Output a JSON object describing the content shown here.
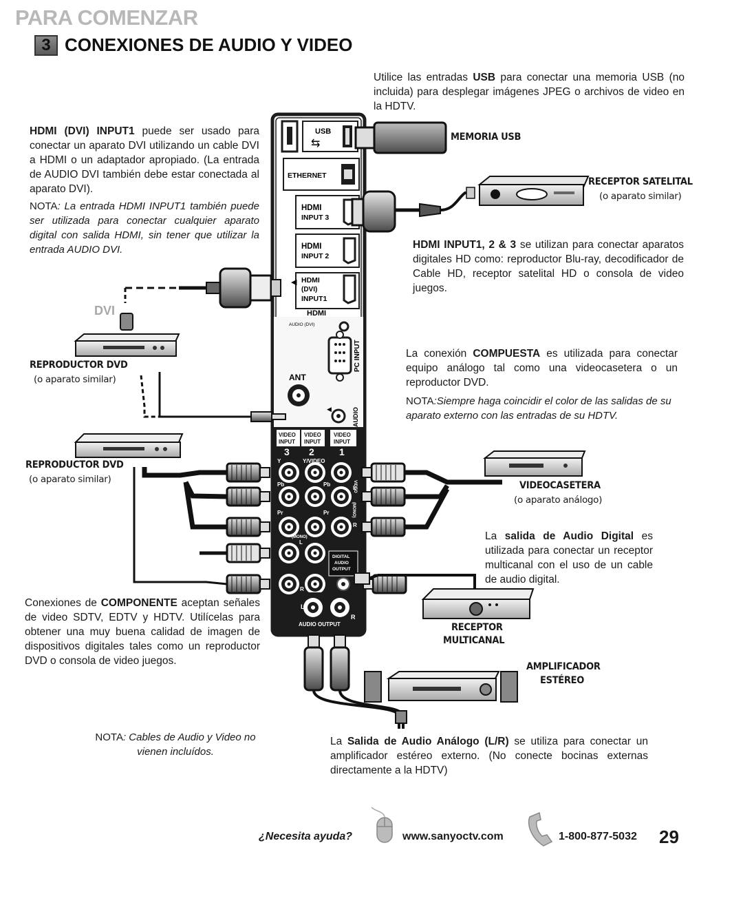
{
  "header": {
    "section": "PARA COMENZAR",
    "step_number": "3",
    "title": "CONEXIONES DE AUDIO Y VIDEO"
  },
  "text": {
    "usb_para": {
      "p1": "Utilice las entradas ",
      "b1": "USB",
      "p2": " para conectar una memoria USB (no incluida) para desplegar imágenes JPEG o archivos de video en la HDTV."
    },
    "hdmi_dvi_para": {
      "b1": "HDMI (DVI) INPUT1",
      "p1": " puede ser usado para conectar un aparato DVI utilizando un cable DVI a HDMI o un adaptador apropiado. (La entrada de AUDIO DVI también debe estar conectada al aparato DVI)."
    },
    "hdmi_dvi_note": {
      "label": "NOTA",
      "text": ": La entrada HDMI INPUT1 también puede ser utilizada para conectar cualquier aparato digital con salida HDMI, sin tener que utilizar la entrada AUDIO DVI."
    },
    "hdmi_para": {
      "b1": "HDMI INPUT1, 2 & 3",
      "p1": " se utilizan para conectar aparatos digitales HD como: reproductor Blu-ray, decodificador de Cable HD, receptor satelital HD o consola de video juegos."
    },
    "composite_para": {
      "p1": "La conexión ",
      "b1": "COMPUESTA",
      "p2": " es utilizada para conectar equipo análogo tal como una videocasetera o un reproductor DVD."
    },
    "composite_note": {
      "label": "NOTA",
      "text": ":Siempre haga coincidir el color de las salidas de su aparato externo con las entradas de su HDTV."
    },
    "digital_audio_para": {
      "p1": "La ",
      "b1": "salida de Audio Digital",
      "p2": " es utilizada para conectar un receptor multicanal con el uso de un cable de audio digital."
    },
    "component_para": {
      "p1": "Conexiones de ",
      "b1": "COMPONENTE",
      "p2": " aceptan señales de video SDTV, EDTV y HDTV. Utilícelas para obtener una muy buena calidad de imagen de dispositivos digitales tales como un reproductor DVD o consola de video juegos."
    },
    "cables_note": {
      "label": "NOTA",
      "text": ": Cables de Audio y Video no vienen incluídos."
    },
    "analog_para": {
      "p1": "La ",
      "b1": "Salida de Audio Análogo (L/R)",
      "p2": " se utiliza para conectar un amplificador estéreo externo. (No conecte bocinas externas directamente a la HDTV)"
    }
  },
  "labels": {
    "usb_memory": "MEMORIA USB",
    "satellite": "RECEPTOR SATELITAL",
    "satellite_sub": "(o aparato similar)",
    "dvd1": "REPRODUCTOR DVD",
    "dvd1_sub": "(o aparato similar)",
    "dvd2": "REPRODUCTOR DVD",
    "dvd2_sub": "(o aparato similar)",
    "vcr": "VIDEOCASETERA",
    "vcr_sub": "(o aparato análogo)",
    "receiver_1": "RECEPTOR",
    "receiver_2": "MULTICANAL",
    "amp_1": "AMPLIFICADOR",
    "amp_2": "ESTÉREO",
    "dvi": "DVI"
  },
  "panel": {
    "usb": "USB",
    "ethernet": "ETHERNET",
    "hdmi3": [
      "HDMI",
      "INPUT 3"
    ],
    "hdmi2": [
      "HDMI",
      "INPUT 2"
    ],
    "hdmi1": [
      "HDMI",
      "(DVI)",
      "INPUT1"
    ],
    "hdmi_logo": "HDMI",
    "audio_dvi": "AUDIO (DVI)",
    "pc_input": "PC INPUT",
    "ant": "ANT",
    "audio": "AUDIO",
    "video_input_3": [
      "VIDEO",
      "INPUT",
      "3"
    ],
    "video_input_2": [
      "VIDEO",
      "INPUT",
      "2"
    ],
    "video_input_1": [
      "VIDEO",
      "INPUT",
      "1"
    ],
    "y": "Y",
    "y_video": "Y/VIDEO",
    "pb": "Pb",
    "pr": "Pr",
    "l": "L",
    "r": "R",
    "mono": "(MONO)",
    "video": "VIDEO",
    "digital_audio_output": [
      "DIGITAL",
      "AUDIO",
      "OUTPUT"
    ],
    "audio_output": "AUDIO OUTPUT"
  },
  "footer": {
    "help": "¿Necesita ayuda?",
    "website": "www.sanyoctv.com",
    "phone": "1-800-877-5032",
    "page": "29"
  },
  "colors": {
    "title_gray": "#b8b8b8",
    "text": "#1a1a1a",
    "panel_dark": "#1c1c1c"
  }
}
